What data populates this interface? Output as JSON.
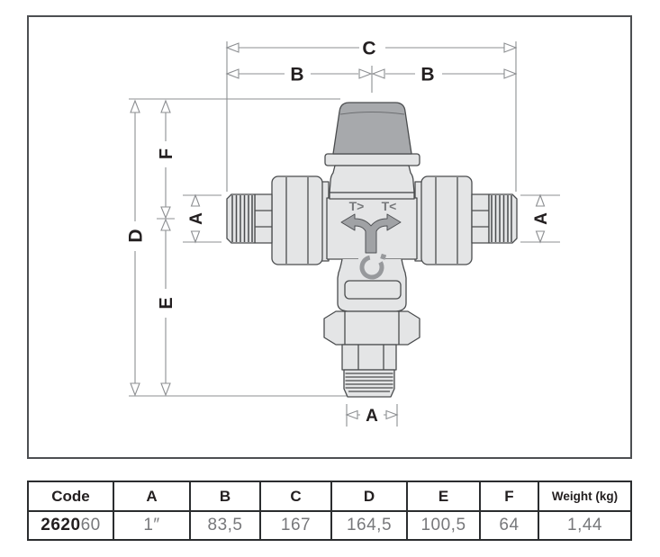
{
  "drawing": {
    "labels": {
      "c": "C",
      "b_left": "B",
      "b_right": "B",
      "d": "D",
      "f": "F",
      "e": "E",
      "a_left": "A",
      "a_right": "A",
      "a_bottom": "A"
    },
    "markings": {
      "hot": "T>",
      "cold": "T<"
    }
  },
  "table": {
    "headers": [
      "Code",
      "A",
      "B",
      "C",
      "D",
      "E",
      "F",
      "Weight (kg)"
    ],
    "row": {
      "code_prefix": "2620",
      "code_suffix": "60",
      "values": [
        "1″",
        "83,5",
        "167",
        "164,5",
        "100,5",
        "64",
        "1,44"
      ]
    }
  },
  "colors": {
    "outline": "#4a4c4e",
    "body_fill": "#e4e5e6",
    "knob_fill": "#a7a9ac",
    "dim_line": "#8d8f92",
    "label_text": "#231f20",
    "value_text": "#77787b",
    "frame": "#4d4f52"
  }
}
